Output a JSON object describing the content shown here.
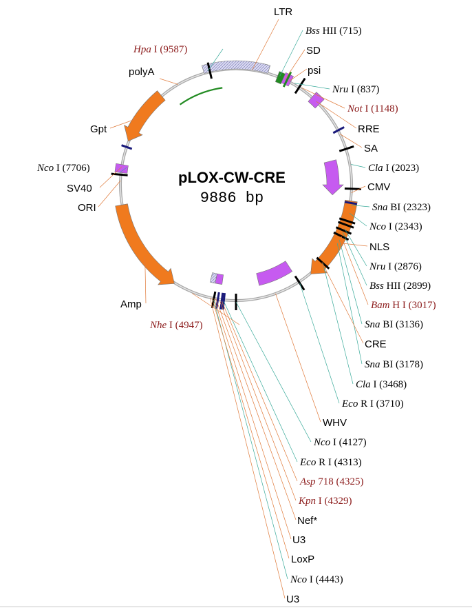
{
  "plasmid": {
    "name": "pLOX-CW-CRE",
    "size_label": "9886 bp"
  },
  "features": [
    {
      "id": "ltr",
      "label": "LTR"
    },
    {
      "id": "sd",
      "label": "SD"
    },
    {
      "id": "psi",
      "label": "psi"
    },
    {
      "id": "rre",
      "label": "RRE"
    },
    {
      "id": "sa",
      "label": "SA"
    },
    {
      "id": "cmv",
      "label": "CMV"
    },
    {
      "id": "nls",
      "label": "NLS"
    },
    {
      "id": "cre",
      "label": "CRE"
    },
    {
      "id": "whv",
      "label": "WHV"
    },
    {
      "id": "nef",
      "label": "Nef*"
    },
    {
      "id": "u3a",
      "label": "U3"
    },
    {
      "id": "loxp",
      "label": "LoxP"
    },
    {
      "id": "u3b",
      "label": "U3"
    },
    {
      "id": "amp",
      "label": "Amp"
    },
    {
      "id": "ori",
      "label": "ORI"
    },
    {
      "id": "sv40",
      "label": "SV40"
    },
    {
      "id": "gpt",
      "label": "Gpt"
    },
    {
      "id": "polya",
      "label": "polyA"
    }
  ],
  "sites": [
    {
      "id": "bsshii-715",
      "name": "Bss",
      "suffix": " HII",
      "pos": "(715)",
      "unique": false
    },
    {
      "id": "nrui-837",
      "name": "Nru",
      "suffix": " I",
      "pos": "(837)",
      "unique": false
    },
    {
      "id": "noti-1148",
      "name": "Not",
      "suffix": " I",
      "pos": "(1148)",
      "unique": true
    },
    {
      "id": "clai-2023",
      "name": "Cla",
      "suffix": " I",
      "pos": "(2023)",
      "unique": false
    },
    {
      "id": "snabi-2323",
      "name": "Sna",
      "suffix": " BI",
      "pos": "(2323)",
      "unique": false
    },
    {
      "id": "ncoi-2343",
      "name": "Nco",
      "suffix": " I",
      "pos": "(2343)",
      "unique": false
    },
    {
      "id": "nrui-2876",
      "name": "Nru",
      "suffix": " I",
      "pos": "(2876)",
      "unique": false
    },
    {
      "id": "bsshii-2899",
      "name": "Bss",
      "suffix": " HII",
      "pos": "(2899)",
      "unique": false
    },
    {
      "id": "bamhi-3017",
      "name": "Bam",
      "suffix": " H I",
      "pos": "(3017)",
      "unique": true
    },
    {
      "id": "snabi-3136",
      "name": "Sna",
      "suffix": " BI",
      "pos": "(3136)",
      "unique": false
    },
    {
      "id": "snabi-3178",
      "name": "Sna",
      "suffix": " BI",
      "pos": "(3178)",
      "unique": false
    },
    {
      "id": "clai-3468",
      "name": "Cla",
      "suffix": " I",
      "pos": "(3468)",
      "unique": false
    },
    {
      "id": "ecori-3710",
      "name": "Eco",
      "suffix": " R I",
      "pos": "(3710)",
      "unique": false
    },
    {
      "id": "ncoi-4127",
      "name": "Nco",
      "suffix": " I",
      "pos": "(4127)",
      "unique": false
    },
    {
      "id": "ecori-4313",
      "name": "Eco",
      "suffix": " R I",
      "pos": "(4313)",
      "unique": false
    },
    {
      "id": "asp718-4325",
      "name": "Asp",
      "suffix": " 718",
      "pos": "(4325)",
      "unique": true
    },
    {
      "id": "kpni-4329",
      "name": "Kpn",
      "suffix": " I",
      "pos": "(4329)",
      "unique": true
    },
    {
      "id": "ncoi-4443",
      "name": "Nco",
      "suffix": " I",
      "pos": "(4443)",
      "unique": false
    },
    {
      "id": "nhei-4947",
      "name": "Nhe",
      "suffix": " I",
      "pos": "(4947)",
      "unique": true
    },
    {
      "id": "ncoi-7706",
      "name": "Nco",
      "suffix": " I",
      "pos": "(7706)",
      "unique": false
    },
    {
      "id": "hpai-9587",
      "name": "Hpa",
      "suffix": " I",
      "pos": "(9587)",
      "unique": true
    }
  ],
  "colors": {
    "backbone": "#b0b0b0",
    "orange": "#f07a1e",
    "violet": "#c65bf0",
    "hatched": "#c8c8e8",
    "green": "#228b22",
    "navy": "#1a1a7a",
    "unique_site_text": "#8b1a1a",
    "teal_leader": "#3aaa9a",
    "orange_leader": "#e07a3a"
  }
}
